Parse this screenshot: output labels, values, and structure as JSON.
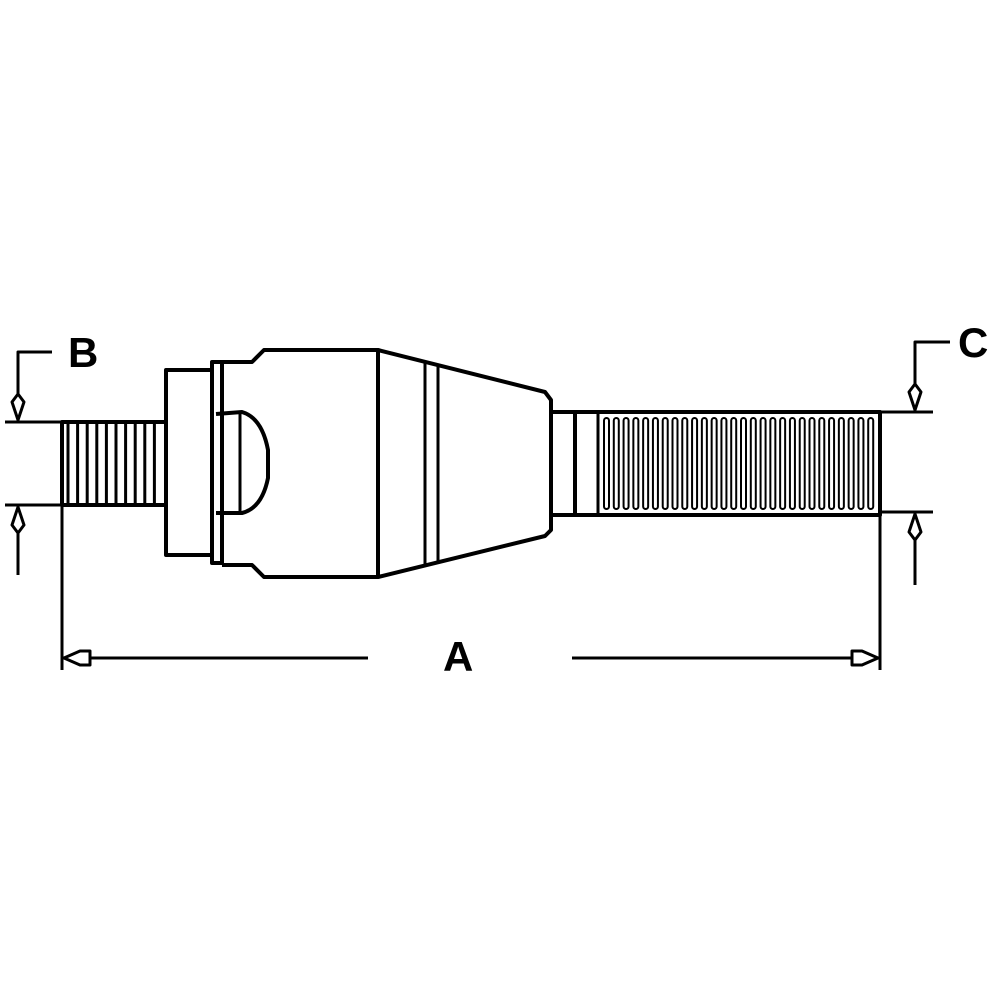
{
  "diagram": {
    "subject": "tie rod end line drawing with dimension callouts",
    "stroke_color": "#000000",
    "background_color": "#ffffff",
    "labels": {
      "overall_length": "A",
      "left_stud_diameter": "B",
      "right_thread_diameter": "C"
    },
    "parts": [
      {
        "name": "left threaded stud",
        "thread_lines": 10
      },
      {
        "name": "flange"
      },
      {
        "name": "retaining ring"
      },
      {
        "name": "housing with dome"
      },
      {
        "name": "tapered cone with grooves"
      },
      {
        "name": "neck"
      },
      {
        "name": "right threaded shaft",
        "thread_lines": 28
      }
    ]
  }
}
